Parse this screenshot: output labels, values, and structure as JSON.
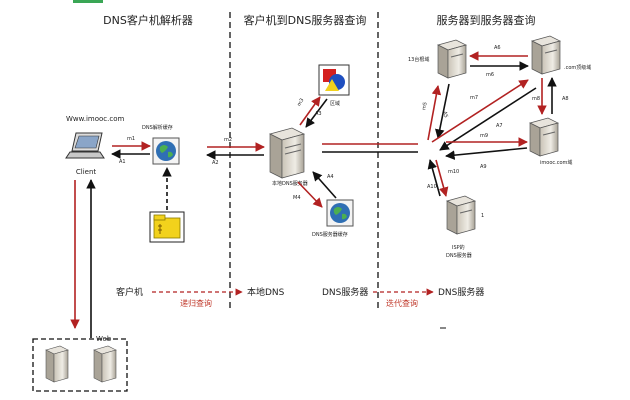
{
  "sections": {
    "left_title": "DNS客户机解析器",
    "mid_title": "客户机到DNS服务器查询",
    "right_title": "服务器到服务器查询"
  },
  "client": {
    "url": "Www.imooc.com",
    "label": "Client"
  },
  "resolver_cache_label": "DNS解析缓存",
  "local_dns_label": "本地DNS服务器",
  "zone_label": "区域",
  "server_cache_label": "DNS服务器缓存",
  "web_label": "Web",
  "servers": {
    "root": "13台根域",
    "com": ".com顶级域",
    "imooc": "imooc.com域",
    "isp": "ISP的\nDNS服务器",
    "isp_num": "1"
  },
  "arrows": {
    "m1": "m1",
    "a1": "A1",
    "m2": "m2",
    "a2": "A2",
    "m3": "m3",
    "a3": "A3",
    "m4": "M4",
    "a4": "A4",
    "m5": "m5",
    "a5": "A5",
    "m6": "m6",
    "a6": "A6",
    "m7": "m7",
    "a7": "A7",
    "m8": "m8",
    "a8": "A8",
    "m9": "m9",
    "a9": "A9",
    "m10": "m10",
    "a10": "A10"
  },
  "legend": {
    "client": "客户机",
    "recursive": "递归查询",
    "local_dns": "本地DNS",
    "dns_server_a": "DNS服务器",
    "iterative": "迭代查询",
    "dns_server_b": "DNS服务器"
  },
  "colors": {
    "red": "#b22222",
    "black": "#111111",
    "gray": "#555555"
  }
}
